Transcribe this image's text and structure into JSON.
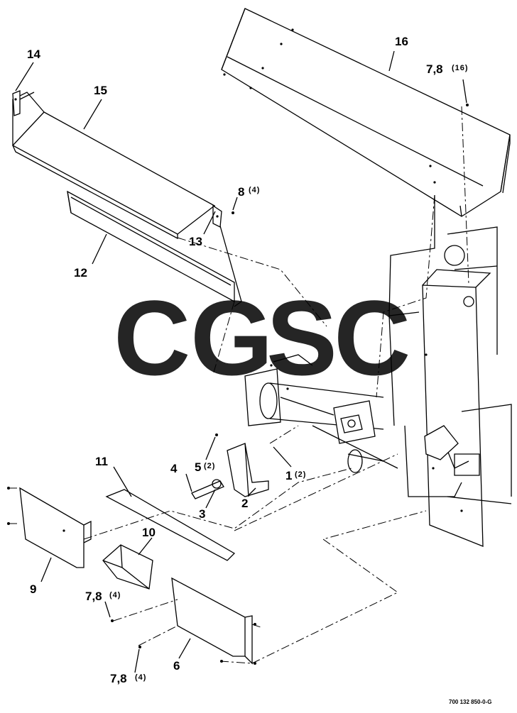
{
  "figure": {
    "part_labels": {
      "p1": "1",
      "p2": "2",
      "p3": "3",
      "p4": "4",
      "p5": "5",
      "p6": "6",
      "p78a": "7,8",
      "p78b": "7,8",
      "p78c": "7,8",
      "p8": "8",
      "p9": "9",
      "p10": "10",
      "p11": "11",
      "p12": "12",
      "p13": "13",
      "p14": "14",
      "p15": "15",
      "p16": "16"
    },
    "quantities": {
      "p1": "(2)",
      "p5": "(2)",
      "p78a": "(4)",
      "p78b": "(4)",
      "p78c": "(16)",
      "p8": "(4)"
    },
    "reference_number": "700 132 850-0-G"
  },
  "watermark": {
    "letters": [
      "C",
      "G",
      "S",
      "C"
    ],
    "colors": [
      "#4f86f0",
      "#ee6a63",
      "#f6cd3e",
      "#3aa86b"
    ]
  }
}
